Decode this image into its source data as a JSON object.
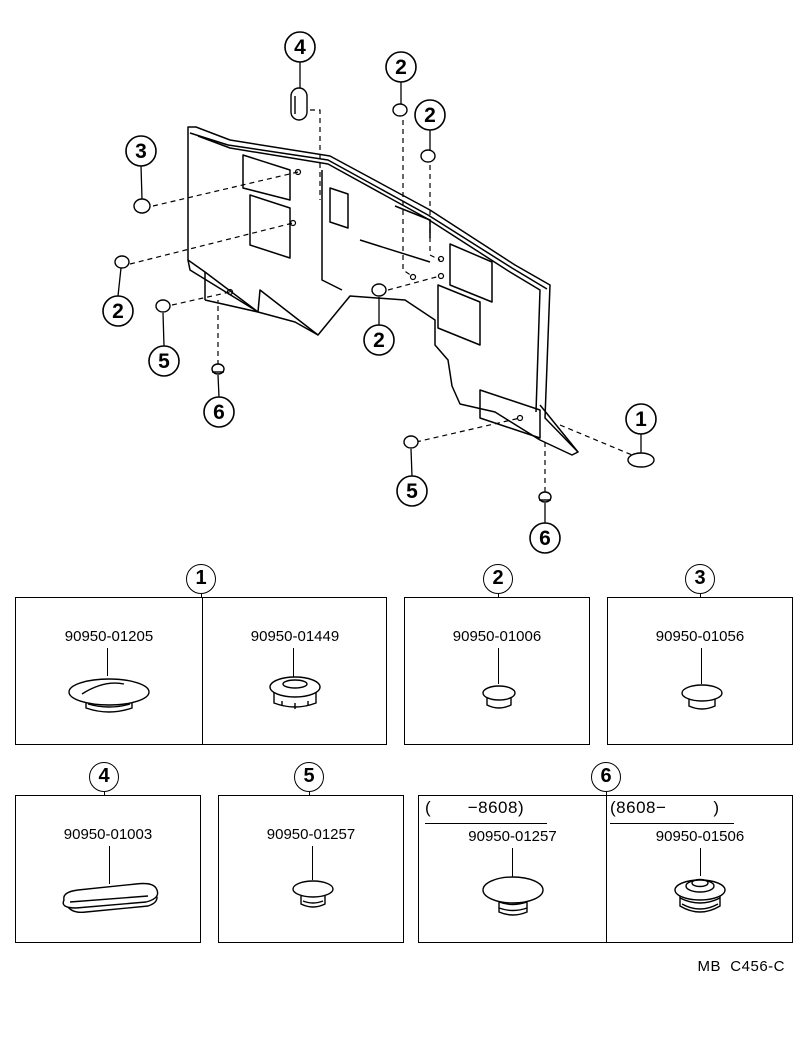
{
  "diagram": {
    "callouts": {
      "c4_top": "4",
      "c2_top_a": "2",
      "c2_top_b": "2",
      "c3_left": "3",
      "c2_left": "2",
      "c5_left": "5",
      "c6_left": "6",
      "c2_mid": "2",
      "c1_right": "1",
      "c5_bottom": "5",
      "c6_bottom": "6"
    }
  },
  "parts": {
    "p1": {
      "number": "1",
      "left_part": "90950-01205",
      "right_part": "90950-01449"
    },
    "p2": {
      "number": "2",
      "part": "90950-01006"
    },
    "p3": {
      "number": "3",
      "part": "90950-01056"
    },
    "p4": {
      "number": "4",
      "part": "90950-01003"
    },
    "p5": {
      "number": "5",
      "part": "90950-01257"
    },
    "p6": {
      "number": "6",
      "left_range": "(       −8608)",
      "left_part": "90950-01257",
      "right_range": "(8608−         )",
      "right_part": "90950-01506"
    }
  },
  "reference_code": "MB  C456-C"
}
